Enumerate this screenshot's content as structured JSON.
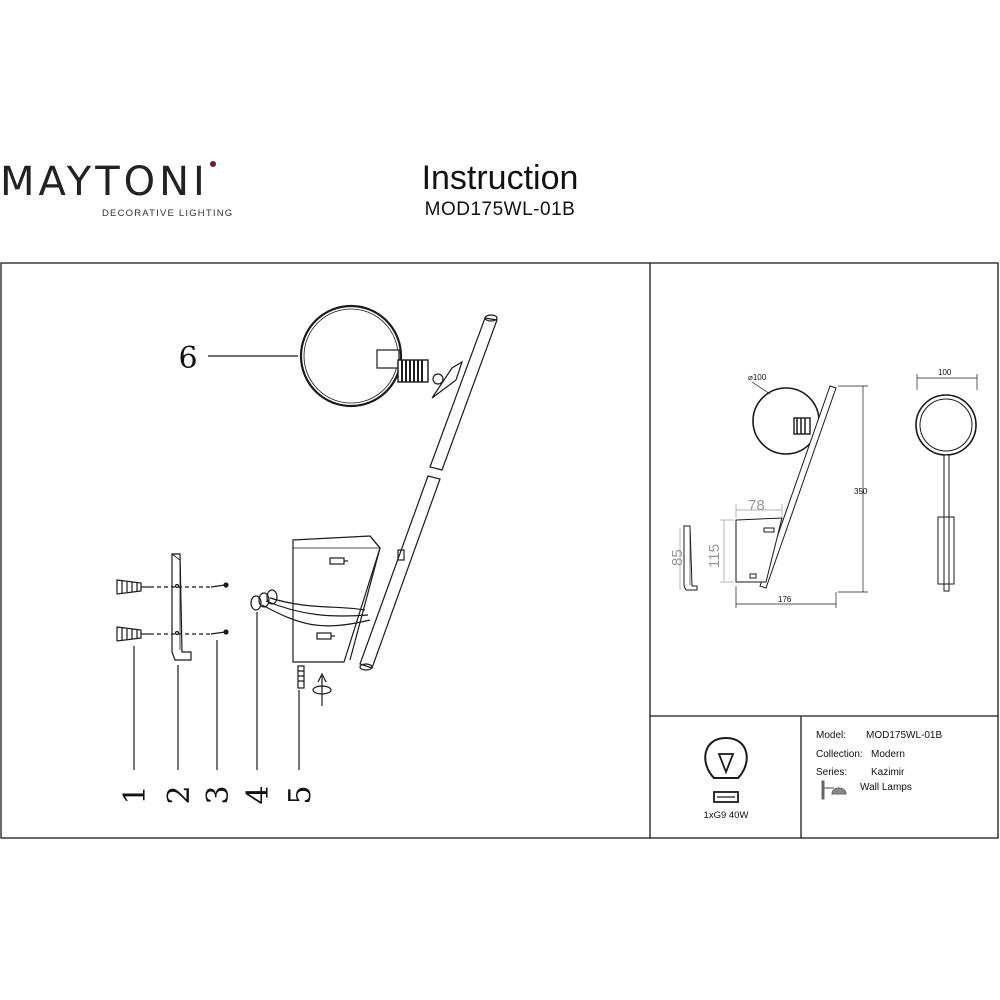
{
  "brand": {
    "name": "MAYTONI",
    "tagline": "DECORATIVE LIGHTING"
  },
  "header": {
    "title": "Instruction",
    "model": "MOD175WL-01B"
  },
  "assembly": {
    "part_labels": [
      "1",
      "2",
      "3",
      "4",
      "5",
      "6"
    ]
  },
  "dimensions": {
    "diameter": "⌀100",
    "width_top": "100",
    "height": "350",
    "depth_small": "78",
    "plate_height": "115",
    "bracket_height": "85",
    "projection": "176"
  },
  "lamp": {
    "bulb": "1xG9 40W"
  },
  "specs": {
    "model_label": "Model:",
    "model_value": "MOD175WL-01B",
    "collection_label": "Collection:",
    "collection_value": "Modern",
    "series_label": "Series:",
    "series_value": "Kazimir",
    "category": "Wall Lamps"
  },
  "colors": {
    "brand_dot": "#7a1430",
    "line": "#1a1a1a"
  }
}
